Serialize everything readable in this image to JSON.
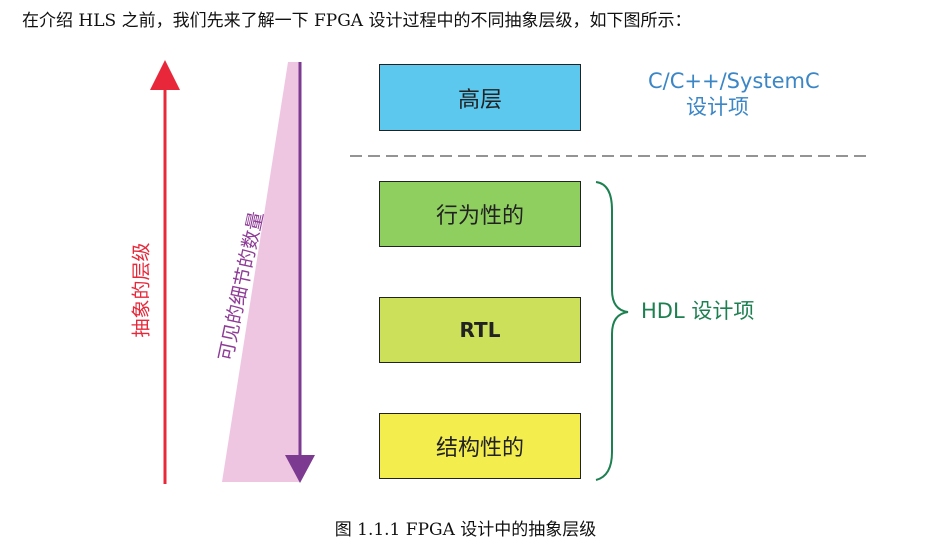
{
  "intro_text": "在介绍 HLS 之前，我们先来了解一下 FPGA 设计过程中的不同抽象层级，如下图所示：",
  "diagram": {
    "left_arrow_label": "抽象的层级",
    "triangle_label": "可见的细节的数量",
    "boxes": {
      "high": "高层",
      "behavioral": "行为性的",
      "rtl": "RTL",
      "structural": "结构性的"
    },
    "c_label": {
      "line1": "C/C++/SystemC",
      "line2": "设计项"
    },
    "hdl_label": "HDL  设计项",
    "colors": {
      "red_arrow": "#e8283a",
      "purple_arrow": "#7d3a91",
      "triangle_fill": "#efc6e2",
      "high_box": "#5cc8ee",
      "behavioral_box": "#8fcf5f",
      "rtl_box": "#cde05a",
      "structural_box": "#f3ed4e",
      "c_label": "#3a86c6",
      "hdl_label": "#1d8050"
    }
  },
  "caption": "图 1.1.1 FPGA 设计中的抽象层级"
}
